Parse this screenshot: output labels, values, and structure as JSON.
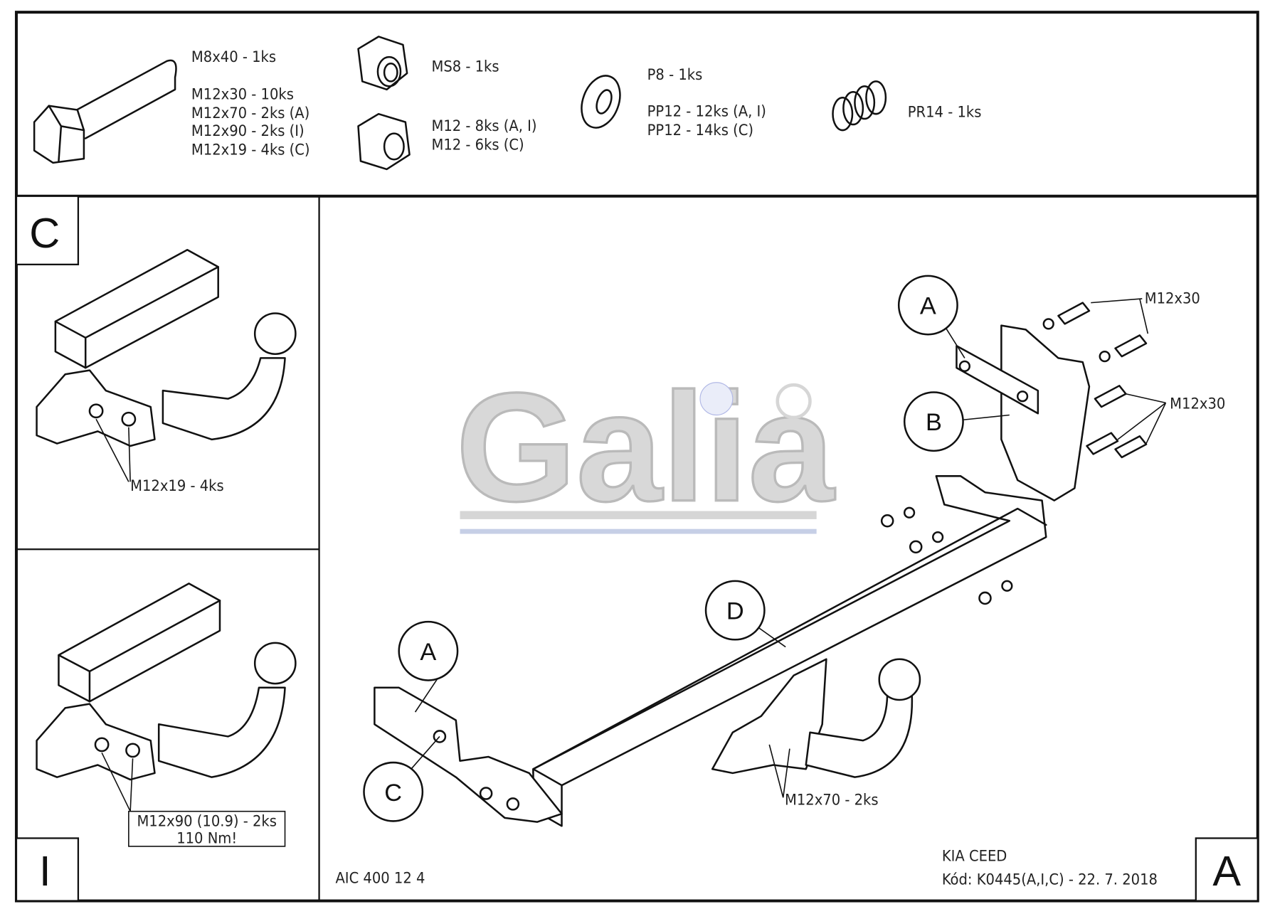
{
  "parts_list": {
    "bolts": [
      "M8x40 - 1ks",
      "M12x30 - 10ks",
      "M12x70 - 2ks (A)",
      "M12x90 - 2ks (I)",
      "M12x19 - 4ks (C)"
    ],
    "nuts": [
      "MS8 - 1ks",
      "M12 - 8ks (A, I)",
      "M12 - 6ks (C)"
    ],
    "washers": [
      "P8 - 1ks",
      "PP12 - 12ks (A, I)",
      "PP12 - 14ks (C)"
    ],
    "spring": [
      "PR14 - 1ks"
    ]
  },
  "variant_c": {
    "letter": "C",
    "callout": "M12x19 - 4ks"
  },
  "variant_i": {
    "letter": "I",
    "callout_line1": "M12x90 (10.9) - 2ks",
    "callout_line2": "110 Nm!"
  },
  "main_view": {
    "letter": "A",
    "callouts": {
      "a_top": "A",
      "b": "B",
      "a_left": "A",
      "c": "C",
      "d": "D"
    },
    "bolt_labels": [
      "M12x30",
      "M12x30",
      "M12x70 - 2ks"
    ],
    "logo": "Galia",
    "product_code": "AIC 400 12 4"
  },
  "title_block": {
    "vehicle": "KIA CEED",
    "code": "Kód: K0445(A,I,C) - 22. 7. 2018"
  }
}
